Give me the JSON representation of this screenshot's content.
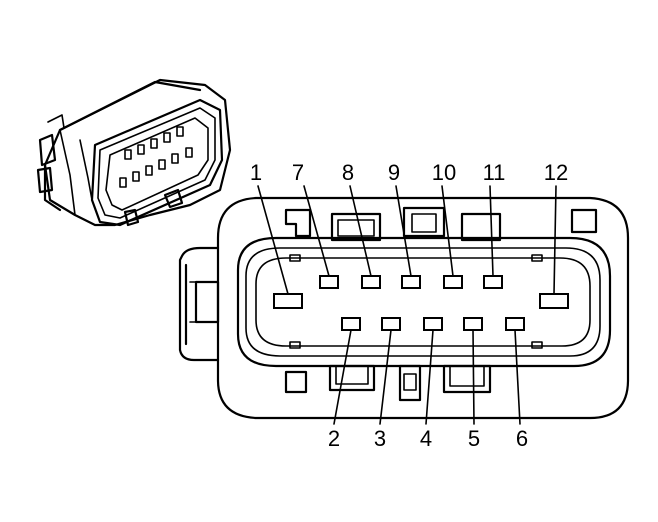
{
  "diagram": {
    "top_labels": [
      "1",
      "7",
      "8",
      "9",
      "10",
      "11",
      "12"
    ],
    "bottom_labels": [
      "2",
      "3",
      "4",
      "5",
      "6"
    ]
  }
}
